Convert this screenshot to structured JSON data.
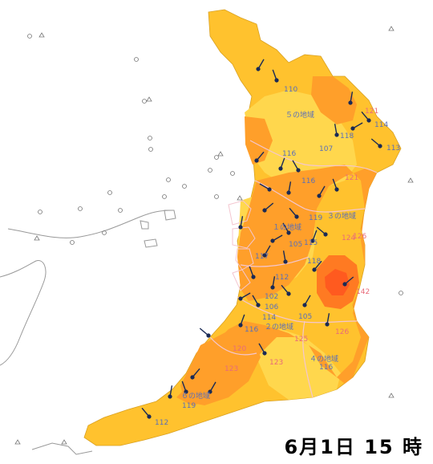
{
  "datetime": "6月1日 15 時",
  "colors": {
    "zone_light": "#ffc22e",
    "zone_mid": "#ffd74d",
    "zone_warm": "#ff9f2a",
    "zone_hot": "#ff7a22",
    "zone_peak": "#ff5a1f",
    "boundary": "#f4c6d0",
    "coast": "#999999",
    "station": "#1a2a55",
    "label_normal": "#5a6fb8",
    "label_high": "#e86b7a"
  },
  "region_labels": [
    "５の地域",
    "３の地域",
    "１の地域",
    "２の地域",
    "４の地域",
    "６の地域"
  ],
  "station_values": [
    {
      "v": "110",
      "kind": "normal"
    },
    {
      "v": "121",
      "kind": "high"
    },
    {
      "v": "114",
      "kind": "normal"
    },
    {
      "v": "107",
      "kind": "normal"
    },
    {
      "v": "118",
      "kind": "normal"
    },
    {
      "v": "113",
      "kind": "normal"
    },
    {
      "v": "116",
      "kind": "normal"
    },
    {
      "v": "116",
      "kind": "normal"
    },
    {
      "v": "121",
      "kind": "high"
    },
    {
      "v": "119",
      "kind": "normal"
    },
    {
      "v": "124",
      "kind": "high"
    },
    {
      "v": "126",
      "kind": "high"
    },
    {
      "v": "105",
      "kind": "normal"
    },
    {
      "v": "115",
      "kind": "normal"
    },
    {
      "v": "117",
      "kind": "normal"
    },
    {
      "v": "118",
      "kind": "normal"
    },
    {
      "v": "112",
      "kind": "normal"
    },
    {
      "v": "142",
      "kind": "high"
    },
    {
      "v": "102",
      "kind": "normal"
    },
    {
      "v": "106",
      "kind": "normal"
    },
    {
      "v": "114",
      "kind": "normal"
    },
    {
      "v": "105",
      "kind": "normal"
    },
    {
      "v": "116",
      "kind": "normal"
    },
    {
      "v": "125",
      "kind": "high"
    },
    {
      "v": "126",
      "kind": "high"
    },
    {
      "v": "120",
      "kind": "high"
    },
    {
      "v": "123",
      "kind": "high"
    },
    {
      "v": "123",
      "kind": "high"
    },
    {
      "v": "116",
      "kind": "normal"
    },
    {
      "v": "119",
      "kind": "normal"
    },
    {
      "v": "112",
      "kind": "normal"
    }
  ]
}
